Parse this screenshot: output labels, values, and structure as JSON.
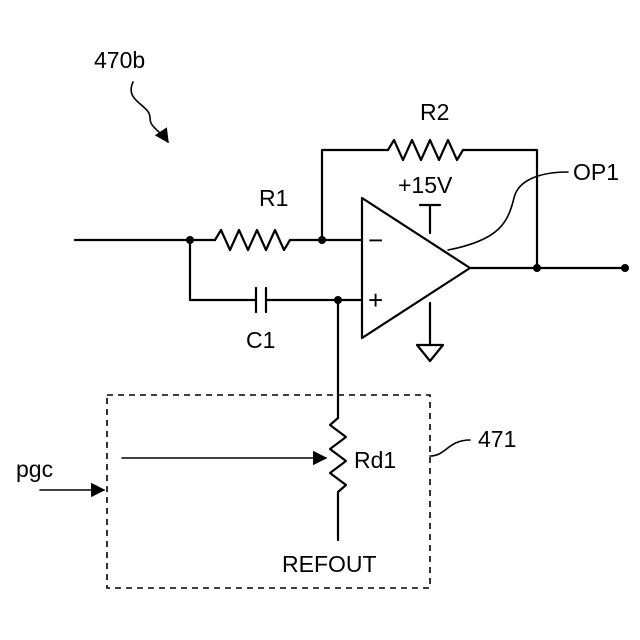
{
  "figure_ref": "470b",
  "block_ref": "471",
  "components": {
    "r1": "R1",
    "r2": "R2",
    "c1": "C1",
    "op_amp": "OP1",
    "supply": "+15V",
    "rd1": "Rd1"
  },
  "terminals": {
    "pgc": "pgc",
    "refout": "REFOUT"
  },
  "opamp_pins": {
    "inverting": "−",
    "noninverting": "+"
  },
  "icons": [
    "resistor-icon",
    "capacitor-icon",
    "op-amp-icon",
    "ground-icon",
    "potentiometer-icon",
    "arrow-icon"
  ]
}
